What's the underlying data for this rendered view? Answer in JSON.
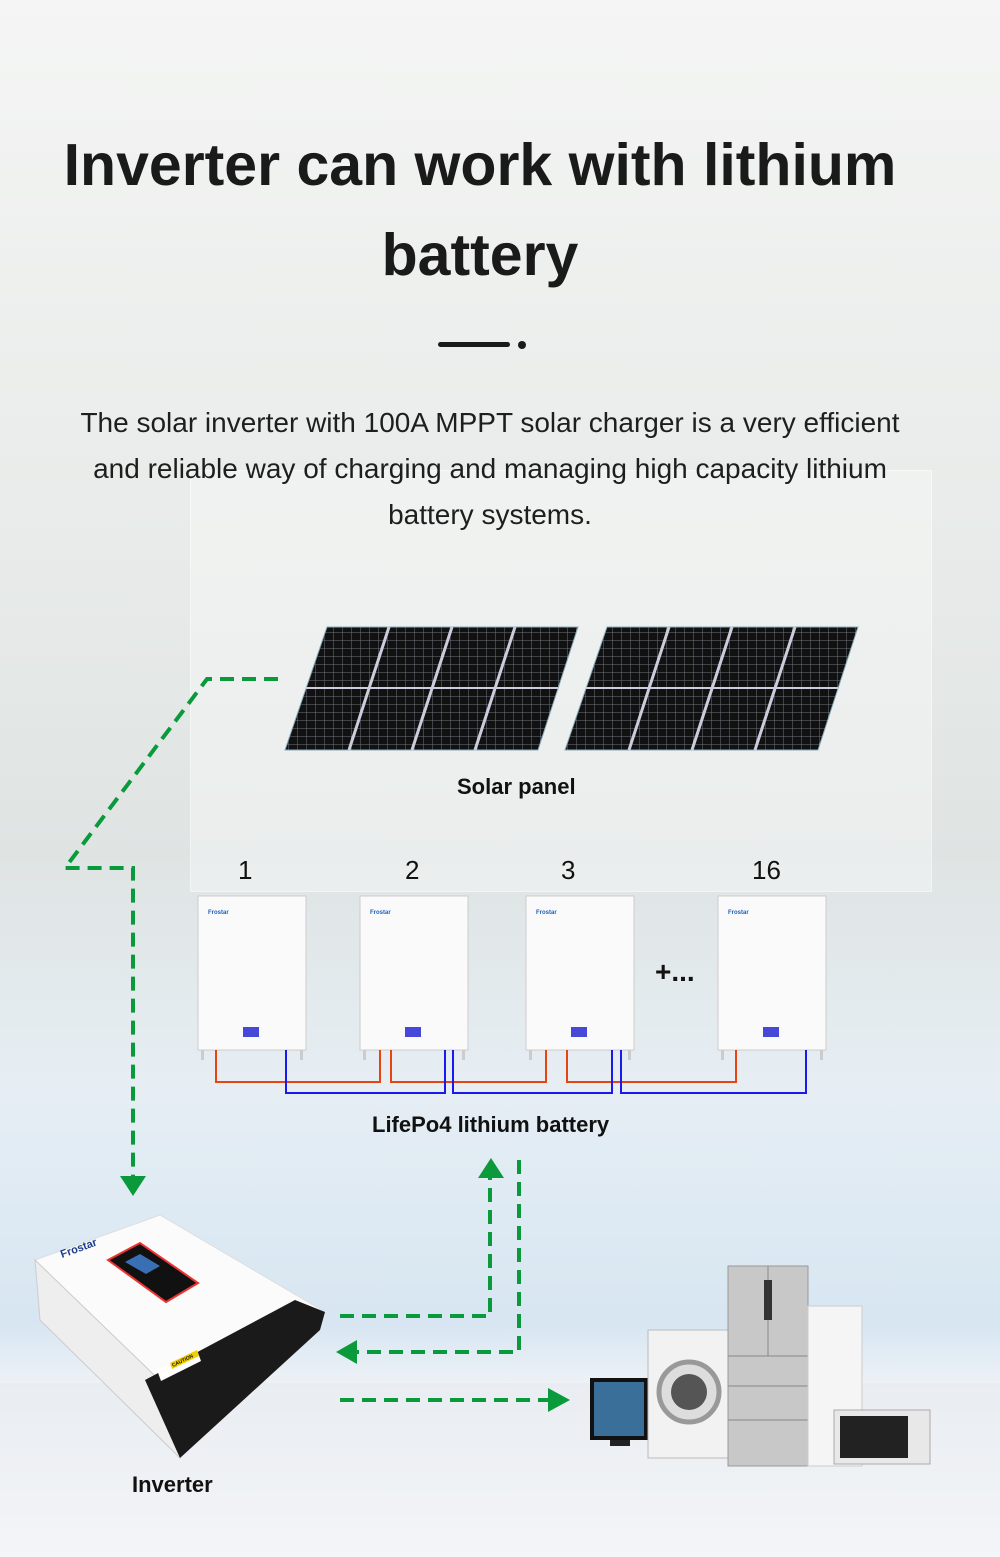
{
  "title": "Inverter can work with lithium battery",
  "description": "The solar inverter with 100A MPPT solar charger is a very efficient and reliable way of charging and managing high capacity lithium battery systems.",
  "diagram": {
    "solar_label": "Solar panel",
    "battery_numbers": [
      "1",
      "2",
      "3",
      "16"
    ],
    "more_label": "+...",
    "battery_label": "LifePo4 lithium battery",
    "inverter_label": "Inverter",
    "brand": "Frostar",
    "inverter_caution": "CAUTION"
  },
  "colors": {
    "flow_arrow": "#0a9a3c",
    "positive_wire": "#e8440f",
    "negative_wire": "#1a1aee",
    "text": "#1a1a1a"
  },
  "icons": [
    "solar-panel-icon",
    "battery-icon",
    "inverter-icon",
    "appliances-icon",
    "dashed-arrow-icon"
  ]
}
